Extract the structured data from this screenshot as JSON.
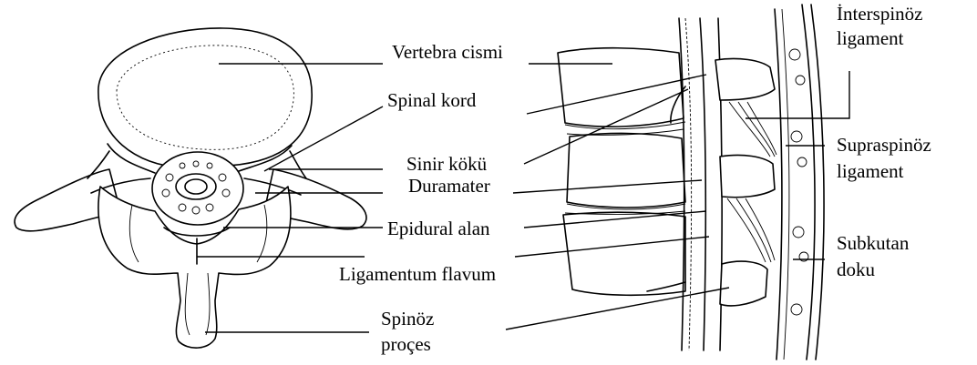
{
  "labels": {
    "vertebra_cismi": "Vertebra cismi",
    "spinal_kord": "Spinal kord",
    "sinir_koku": "Sinir kökü",
    "duramater": "Duramater",
    "epidural_alan": "Epidural alan",
    "ligamentum_flavum": "Ligamentum flavum",
    "spinoz_proces_line1": "Spinöz",
    "spinoz_proces_line2": "proçes",
    "interspinoz_line1": "İnterspinöz",
    "interspinoz_line2": "ligament",
    "supraspinoz_line1": "Supraspinöz",
    "supraspinoz_line2": "ligament",
    "subkutan_line1": "Subkutan",
    "subkutan_line2": "doku"
  }
}
